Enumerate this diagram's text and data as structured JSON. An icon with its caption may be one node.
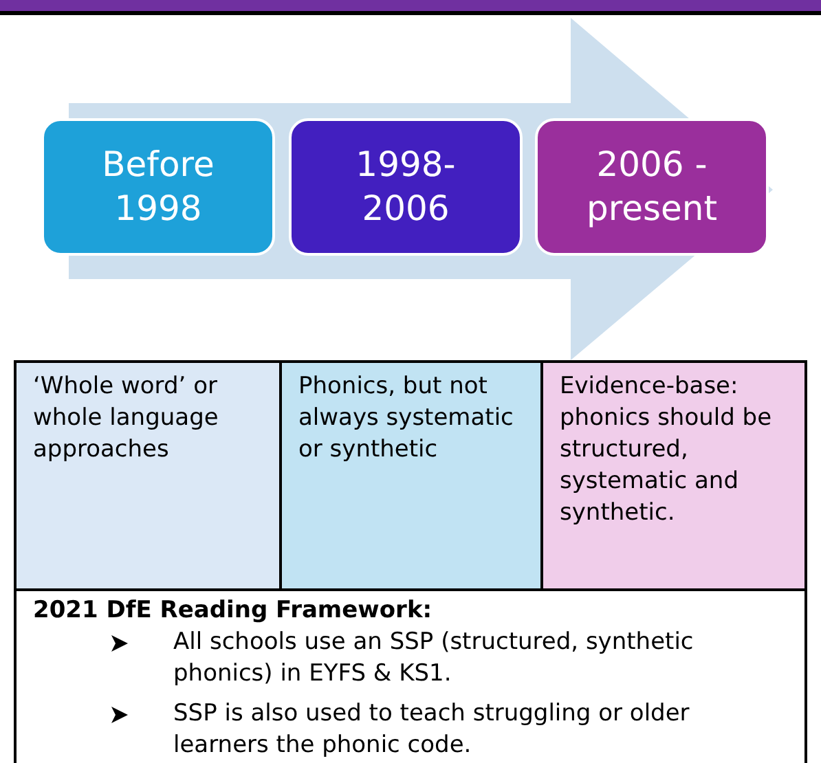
{
  "diagram": {
    "nodes": [
      {
        "text": [
          "Before 1998"
        ]
      },
      {
        "text": [
          "1998-2006"
        ]
      },
      {
        "text": [
          "2006 - present"
        ]
      }
    ],
    "edges": [
      {
        "from": 0,
        "to": 2,
        "arrow": "to"
      }
    ],
    "labels": [
      "‘Whole word’ or whole language approaches",
      "Phonics, but not always systematic or synthetic",
      "Evidence-base: phonics should be structured, systematic and synthetic.",
      "2021 DfE Reading Framework:",
      "All schools use an SSP (structured, synthetic phonics) in EYFS & KS1.",
      "SSP is also used to teach struggling or older learners the phonic code."
    ]
  }
}
